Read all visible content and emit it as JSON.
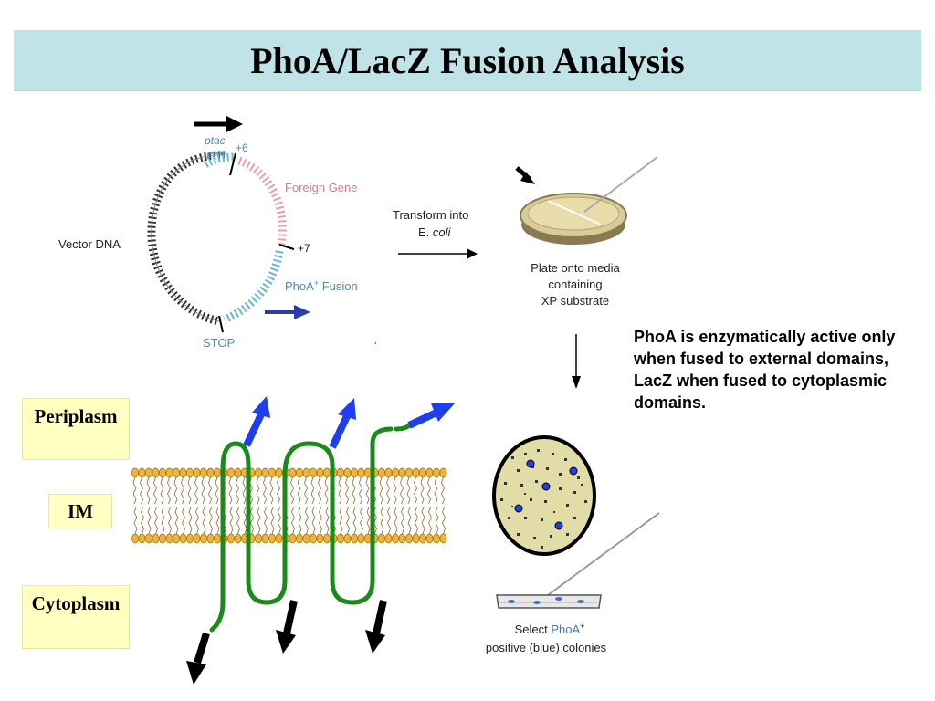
{
  "title": "PhoA/LacZ Fusion Analysis",
  "plasmid": {
    "vector_dna": "Vector DNA",
    "ptac": "ptac",
    "plus6": "+6",
    "foreign_gene": "Foreign Gene",
    "plus7": "+7",
    "phoa_fusion_pre": "PhoA",
    "phoa_fusion_sup": "+",
    "phoa_fusion_post": " Fusion",
    "stop": "STOP"
  },
  "transform": {
    "line1": "Transform into",
    "line2_a": "E. ",
    "line2_b": "coli"
  },
  "plate": {
    "line1": "Plate onto media",
    "line2": "containing",
    "line3": "XP substrate"
  },
  "note": "PhoA is enzymatically active only when fused to external domains, LacZ when fused to cytoplasmic domains.",
  "labels": {
    "periplasm": "Periplasm",
    "im": "IM",
    "cytoplasm": "Cytoplasm"
  },
  "select": {
    "line1_a": "Select ",
    "line1_b": "PhoA",
    "line1_sup": "+",
    "line2": "positive (blue) colonies"
  },
  "colors": {
    "title_bg": "#bfe3e6",
    "label_bg": "#ffffc2",
    "protein_chain": "#1a8a1a",
    "periplasm_arrow": "#1e3ff0",
    "cytoplasm_arrow": "#000000",
    "lipid_head": "#f2b233",
    "foreign_gene": "#e8a0a8",
    "phoa_fusion": "#6bb5d6"
  }
}
